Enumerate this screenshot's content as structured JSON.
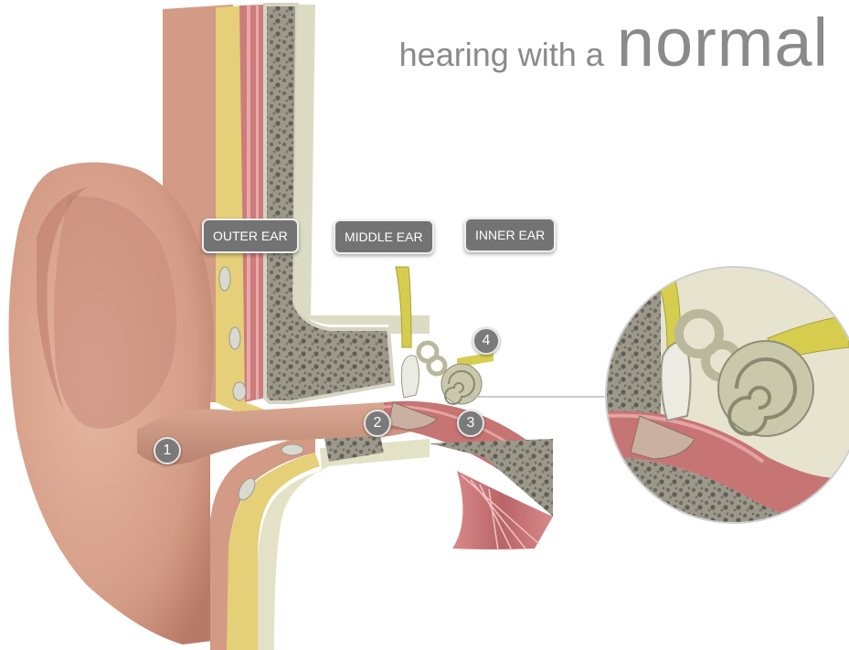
{
  "title": {
    "prefix": "hearing with a",
    "emphasis": "normal"
  },
  "regions": {
    "outer": "OUTER EAR",
    "middle": "MIDDLE EAR",
    "inner": "INNER EAR"
  },
  "markers": {
    "m1": "1",
    "m2": "2",
    "m3": "3",
    "m4": "4"
  },
  "colors": {
    "skin": "#d9a08a",
    "fat": "#e8d27a",
    "muscle": "#c97b7b",
    "bone": "#8d8b7c",
    "nerve": "#d8cf52",
    "cochlea": "#c9c8aa",
    "text": "#8a8a8a",
    "button": "#737373"
  },
  "icons": {
    "marker": "numbered-circle-icon",
    "zoom": "magnifier-circle"
  }
}
